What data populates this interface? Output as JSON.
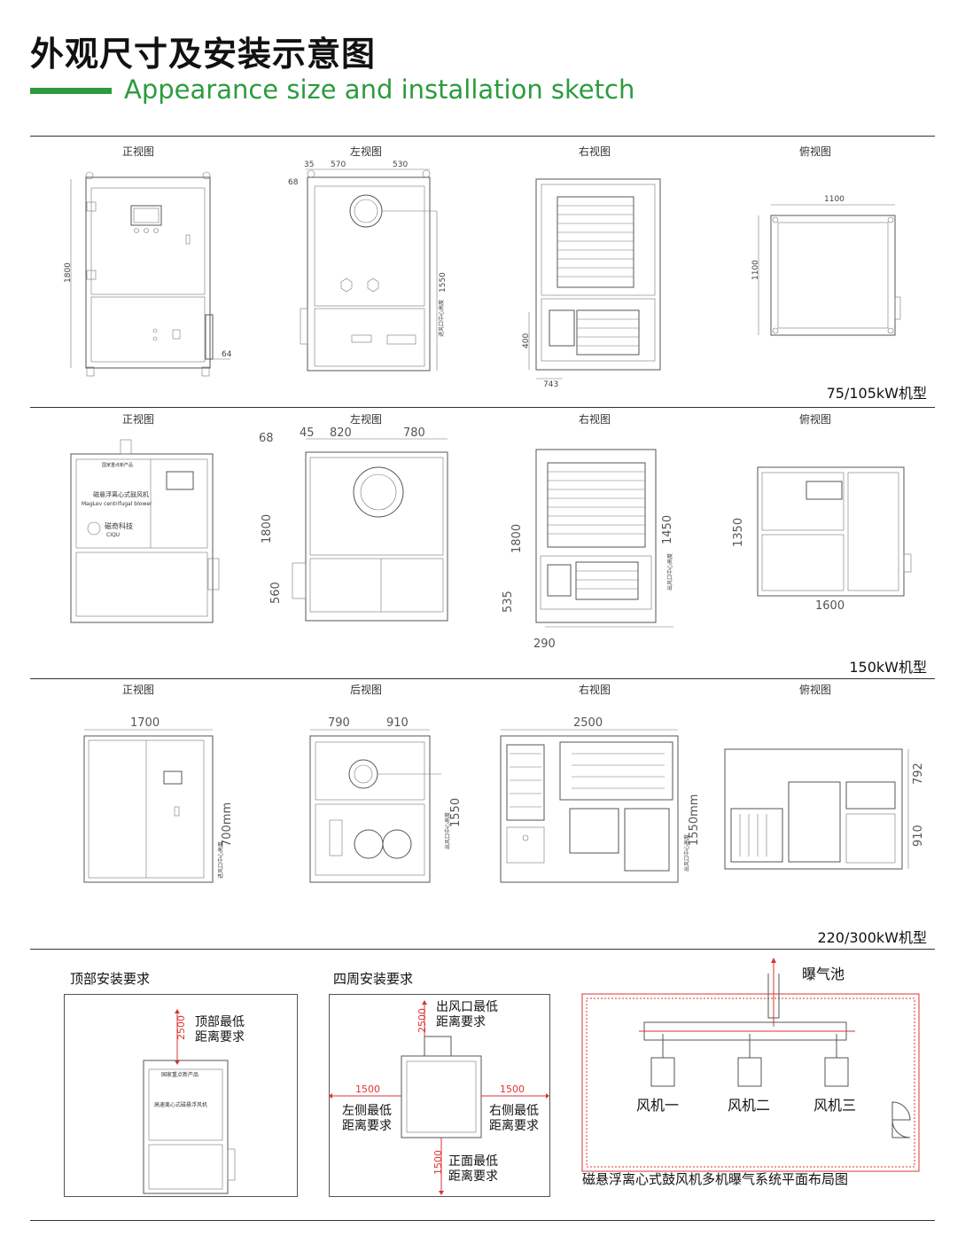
{
  "header": {
    "title_cn": "外观尺寸及安装示意图",
    "title_en": "Appearance size and installation sketch",
    "accent_color": "#2c9b3e"
  },
  "row1": {
    "views": [
      "正视图",
      "左视图",
      "右视图",
      "俯视图"
    ],
    "model": "75/105kW机型",
    "dims": {
      "front_h": "1800",
      "front_w": "64",
      "left_a": "35",
      "left_b": "570",
      "left_c": "530",
      "left_top": "68",
      "left_h": "1550",
      "left_note": "进风口中心高度",
      "right_a": "400",
      "right_b": "743",
      "top_w": "1100",
      "top_h": "1100"
    }
  },
  "row2": {
    "views": [
      "正视图",
      "左视图",
      "右视图",
      "俯视图"
    ],
    "model": "150kW机型",
    "label_brand": "磁悬浮离心式鼓风机",
    "label_brand_en": "MagLev centrifugal blower",
    "logo_text": "磁奇科技",
    "logo_sub": "CIQU",
    "plate": "国家重点新产品",
    "dims": {
      "left_top": "68",
      "left_a": "45",
      "left_b": "820",
      "left_c": "780",
      "left_h": "1800",
      "left_h2": "560",
      "right_h": "1800",
      "right_h2": "1450",
      "right_h3": "535",
      "right_w": "290",
      "top_h": "1350",
      "top_w": "1600",
      "right_note": "出风口中心高度"
    }
  },
  "row3": {
    "views": [
      "正视图",
      "后视图",
      "右视图",
      "俯视图"
    ],
    "model": "220/300kW机型",
    "dims": {
      "front_w": "1700",
      "front_h": "700mm",
      "front_note": "进风口中心高度",
      "back_a": "790",
      "back_b": "910",
      "back_h": "1550",
      "back_note": "出风口中心高度",
      "right_w": "2500",
      "right_h": "1550mm",
      "right_note": "出风口中心高度",
      "top_a": "792",
      "top_b": "910"
    }
  },
  "install": {
    "top": {
      "title": "顶部安装要求",
      "dim": "2500",
      "note1": "顶部最低",
      "note2": "距离要求",
      "plate": "国家重点新产品",
      "label": "高速离心式磁悬浮风机"
    },
    "around": {
      "title": "四周安装要求",
      "out_dim": "2500",
      "out_note1": "出风口最低",
      "out_note2": "距离要求",
      "left_dim": "1500",
      "left_note1": "左侧最低",
      "left_note2": "距离要求",
      "right_dim": "1500",
      "right_note1": "右侧最低",
      "right_note2": "距离要求",
      "front_dim": "1500",
      "front_note1": "正面最低",
      "front_note2": "距离要求"
    },
    "layout": {
      "pool": "曝气池",
      "fans": [
        "风机一",
        "风机二",
        "风机三"
      ],
      "caption": "磁悬浮离心式鼓风机多机曝气系统平面布局图",
      "pipe_color": "#d33"
    }
  }
}
